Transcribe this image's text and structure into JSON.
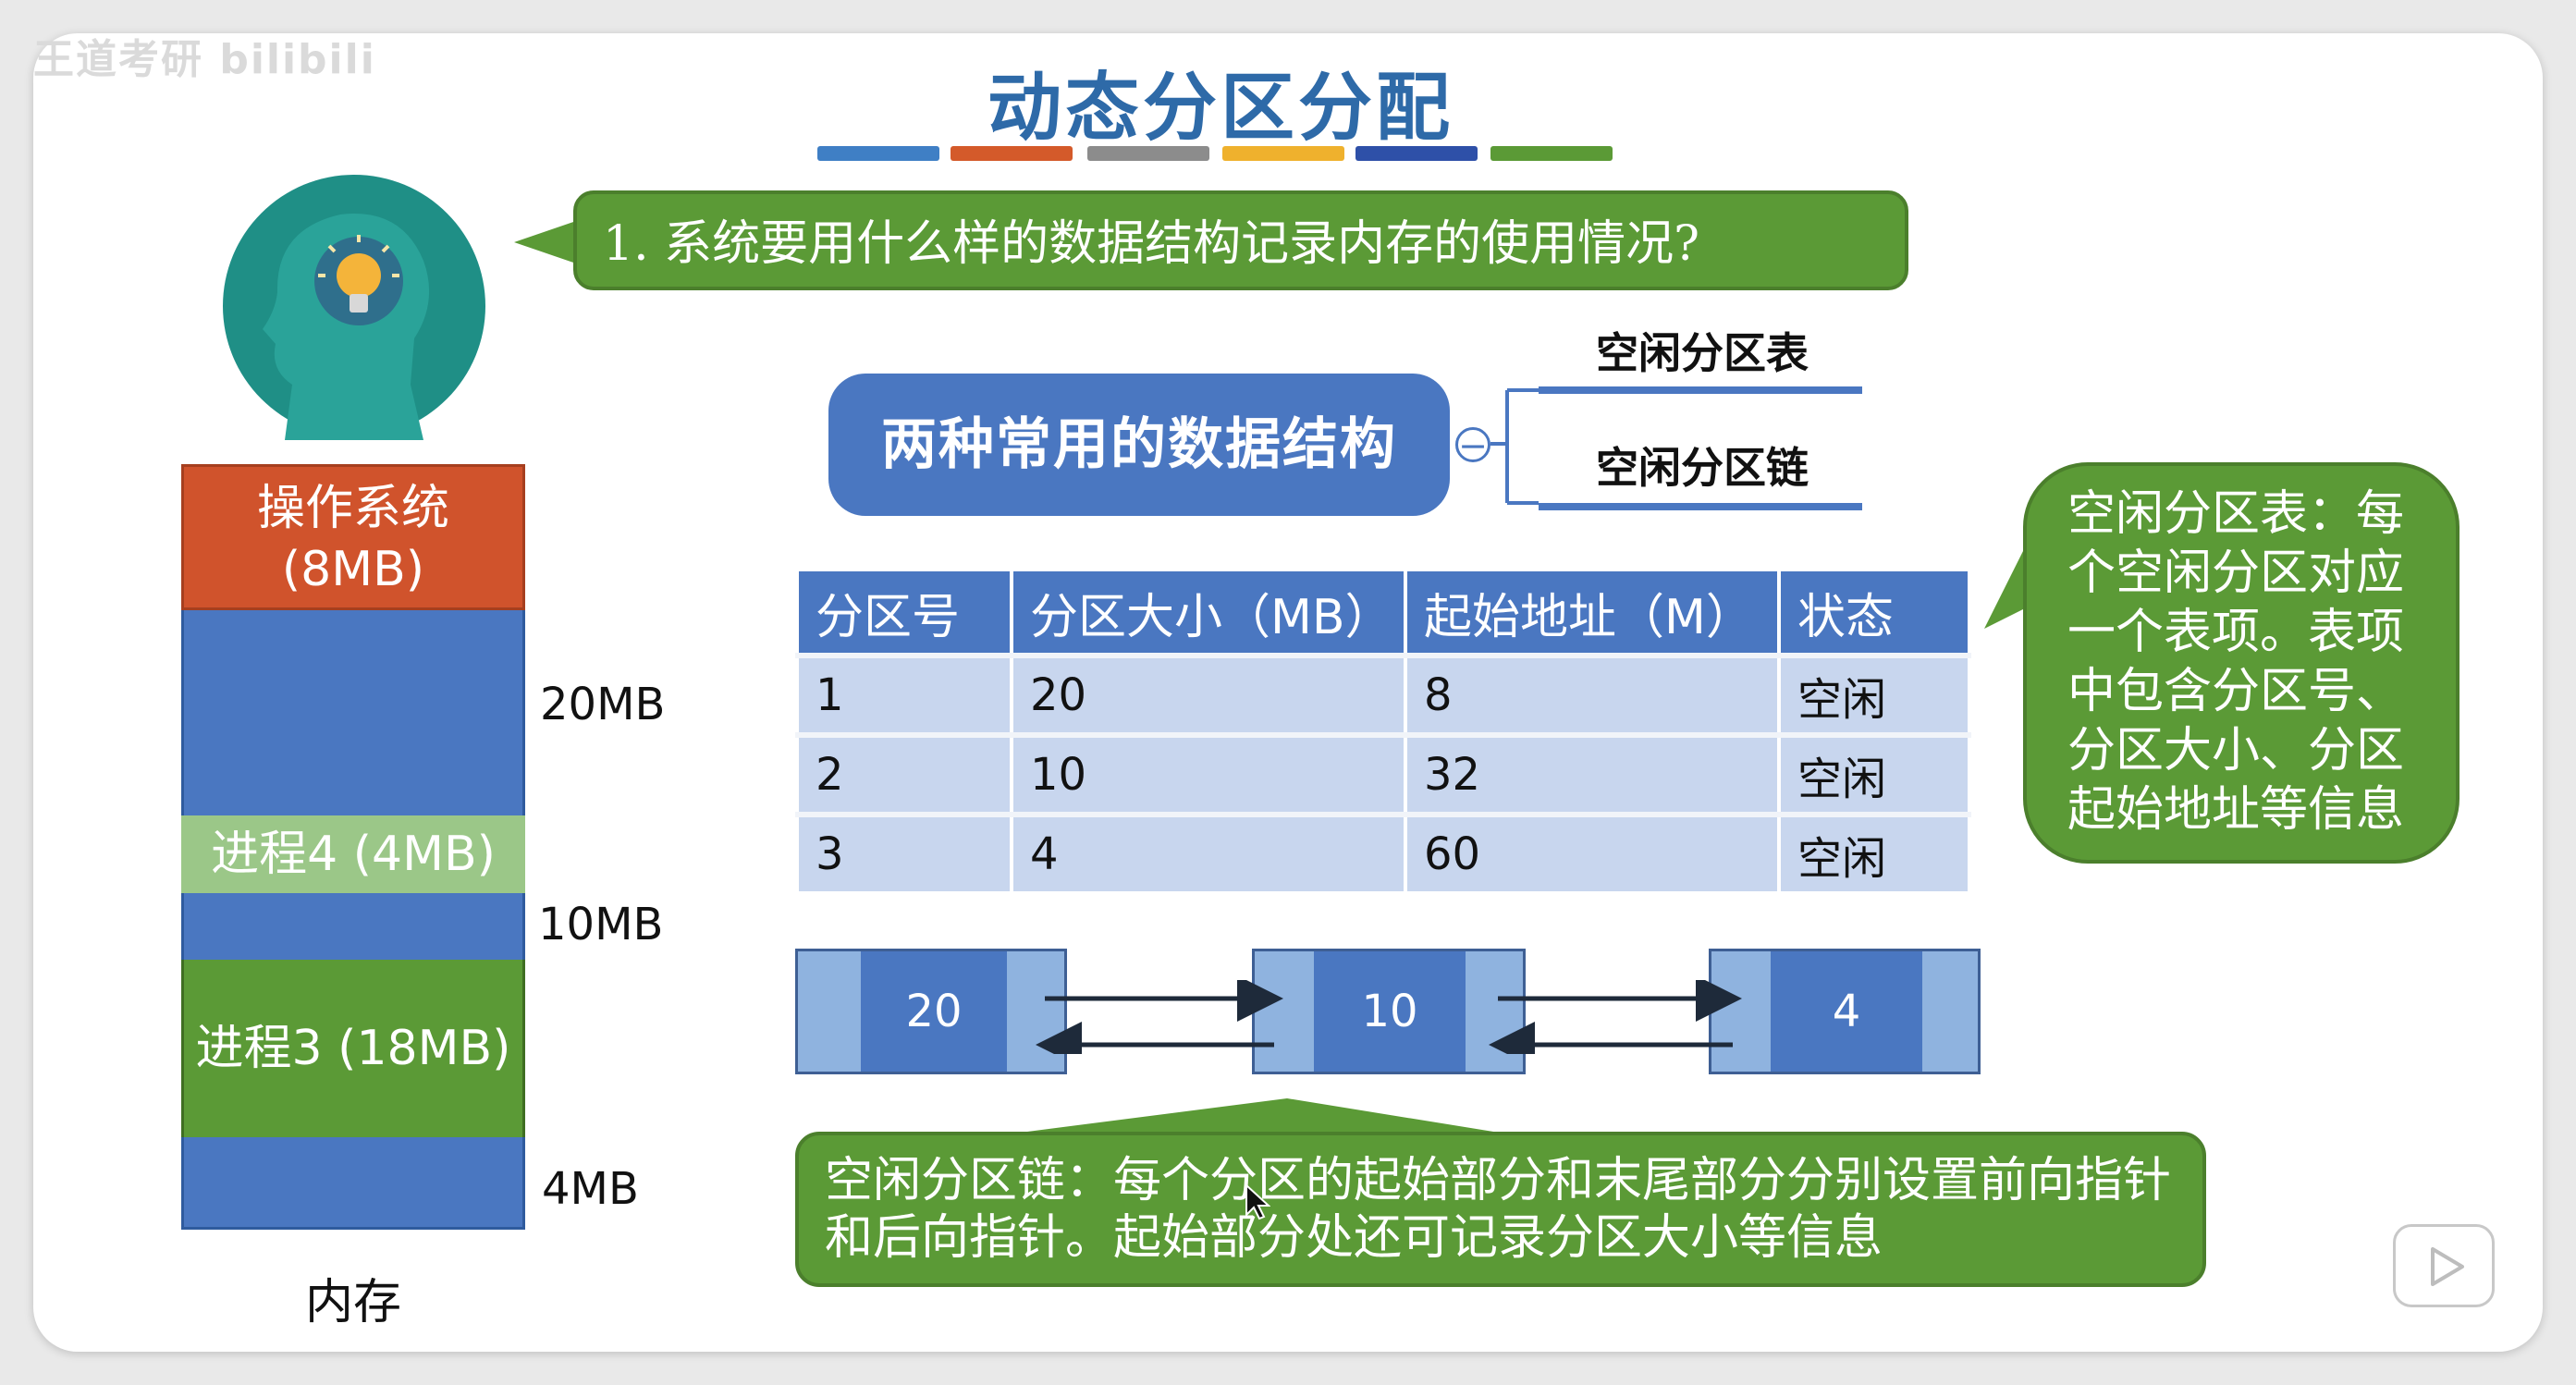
{
  "slide": {
    "title": "动态分区分配",
    "watermark": "王道考研 bilibili",
    "title_bar_colors": [
      "#3f7fc5",
      "#d45a2a",
      "#8c8c8c",
      "#efb12d",
      "#2e50a8",
      "#5b9a36"
    ]
  },
  "question": {
    "text": "1. 系统要用什么样的数据结构记录内存的使用情况?"
  },
  "mindmap": {
    "root": "两种常用的数据结构",
    "leaves": [
      "空闲分区表",
      "空闲分区链"
    ]
  },
  "memory": {
    "caption": "内存",
    "blocks": [
      {
        "label": "操作系统",
        "sub": "(8MB)",
        "color": "#d0532c"
      },
      {
        "label": "",
        "color": "#4a77c1"
      },
      {
        "label": "进程4 (4MB)",
        "color": "#9bc788"
      },
      {
        "label": "",
        "color": "#4a77c1"
      },
      {
        "label": "进程3 (18MB)",
        "color": "#5b9a36"
      },
      {
        "label": "",
        "color": "#4a77c1"
      }
    ],
    "side_labels": [
      "20MB",
      "10MB",
      "4MB"
    ]
  },
  "table": {
    "headers": [
      "分区号",
      "分区大小（MB）",
      "起始地址（M）",
      "状态"
    ],
    "rows": [
      [
        "1",
        "20",
        "8",
        "空闲"
      ],
      [
        "2",
        "10",
        "32",
        "空闲"
      ],
      [
        "3",
        "4",
        "60",
        "空闲"
      ]
    ]
  },
  "chain": {
    "nodes": [
      "20",
      "10",
      "4"
    ]
  },
  "descriptions": {
    "chain": "空闲分区链：每个分区的起始部分和末尾部分分别设置前向指针和后向指针。起始部分处还可记录分区大小等信息",
    "table": "空闲分区表：每个空闲分区对应一个表项。表项中包含分区号、分区大小、分区起始地址等信息"
  }
}
